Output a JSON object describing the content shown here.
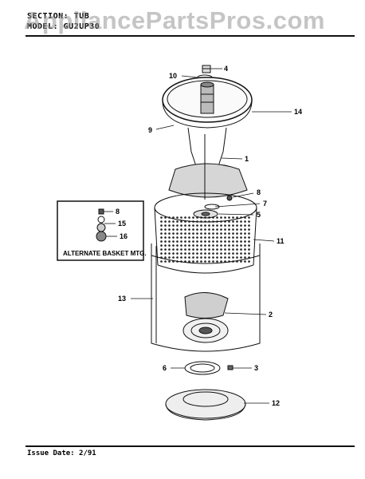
{
  "header": {
    "section_label": "SECTION:",
    "section_value": "TUB",
    "model_label": "MODEL:",
    "model_value": "GU2UP30"
  },
  "watermark": "AppliancePartsPros.com",
  "diagram": {
    "part_numbers": [
      "10",
      "4",
      "14",
      "9",
      "1",
      "8",
      "7",
      "5",
      "11",
      "13",
      "2",
      "6",
      "3",
      "12"
    ],
    "inset": {
      "caption": "ALTERNATE BASKET MTG.",
      "part_numbers": [
        "8",
        "15",
        "16"
      ]
    }
  },
  "footer": {
    "issue_date": "Issue Date: 2/91"
  }
}
